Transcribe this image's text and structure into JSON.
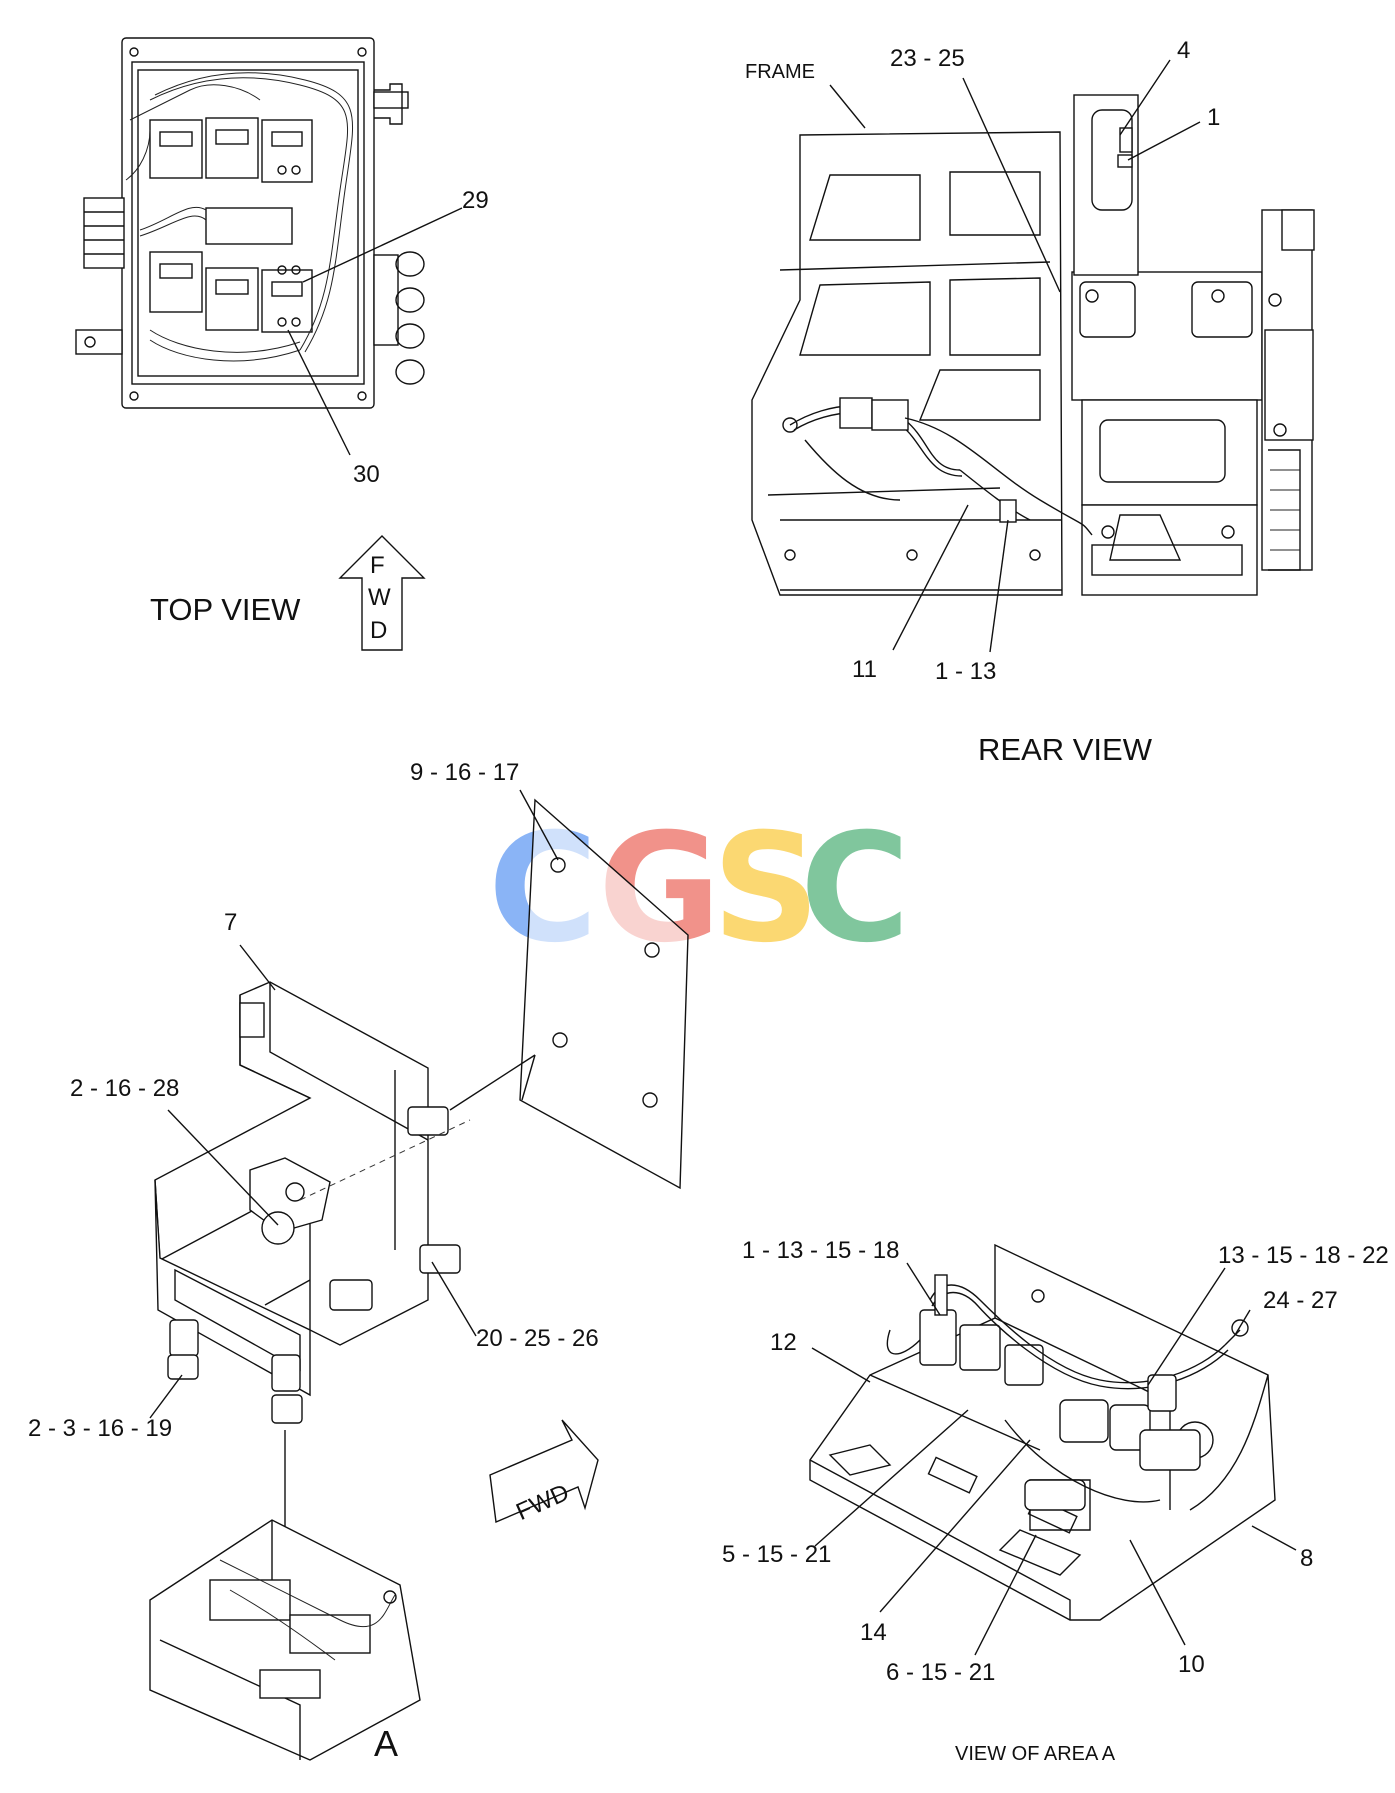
{
  "views": {
    "top_view": "TOP VIEW",
    "rear_view": "REAR VIEW",
    "view_of_area_a": "VIEW OF AREA A",
    "area_marker": "A"
  },
  "arrows": {
    "top_fwd_letters": [
      "F",
      "W",
      "D"
    ],
    "bottom_fwd": "FWD"
  },
  "frame_label": "FRAME",
  "watermark": {
    "letters": [
      "C",
      "G",
      "S",
      "C"
    ],
    "colors": [
      "#7aaaf5",
      "#f0837a",
      "#fbd35f",
      "#6fbf90"
    ]
  },
  "callouts": {
    "c29": "29",
    "c30": "30",
    "c4": "4",
    "c1": "1",
    "c23_25": "23 - 25",
    "c11": "11",
    "c1_13": "1 - 13",
    "c9_16_17": "9 - 16 - 17",
    "c7": "7",
    "c2_16_28": "2 - 16 - 28",
    "c20_25_26": "20 - 25 - 26",
    "c2_3_16_19": "2 - 3 - 16 - 19",
    "c1_13_15_18": "1 - 13 - 15 - 18",
    "c13_15_18_22": "13 - 15 - 18 - 22",
    "c24_27": "24 - 27",
    "c12": "12",
    "c8": "8",
    "c5_15_21": "5 - 15 - 21",
    "c14": "14",
    "c6_15_21": "6 - 15 - 21",
    "c10": "10"
  }
}
